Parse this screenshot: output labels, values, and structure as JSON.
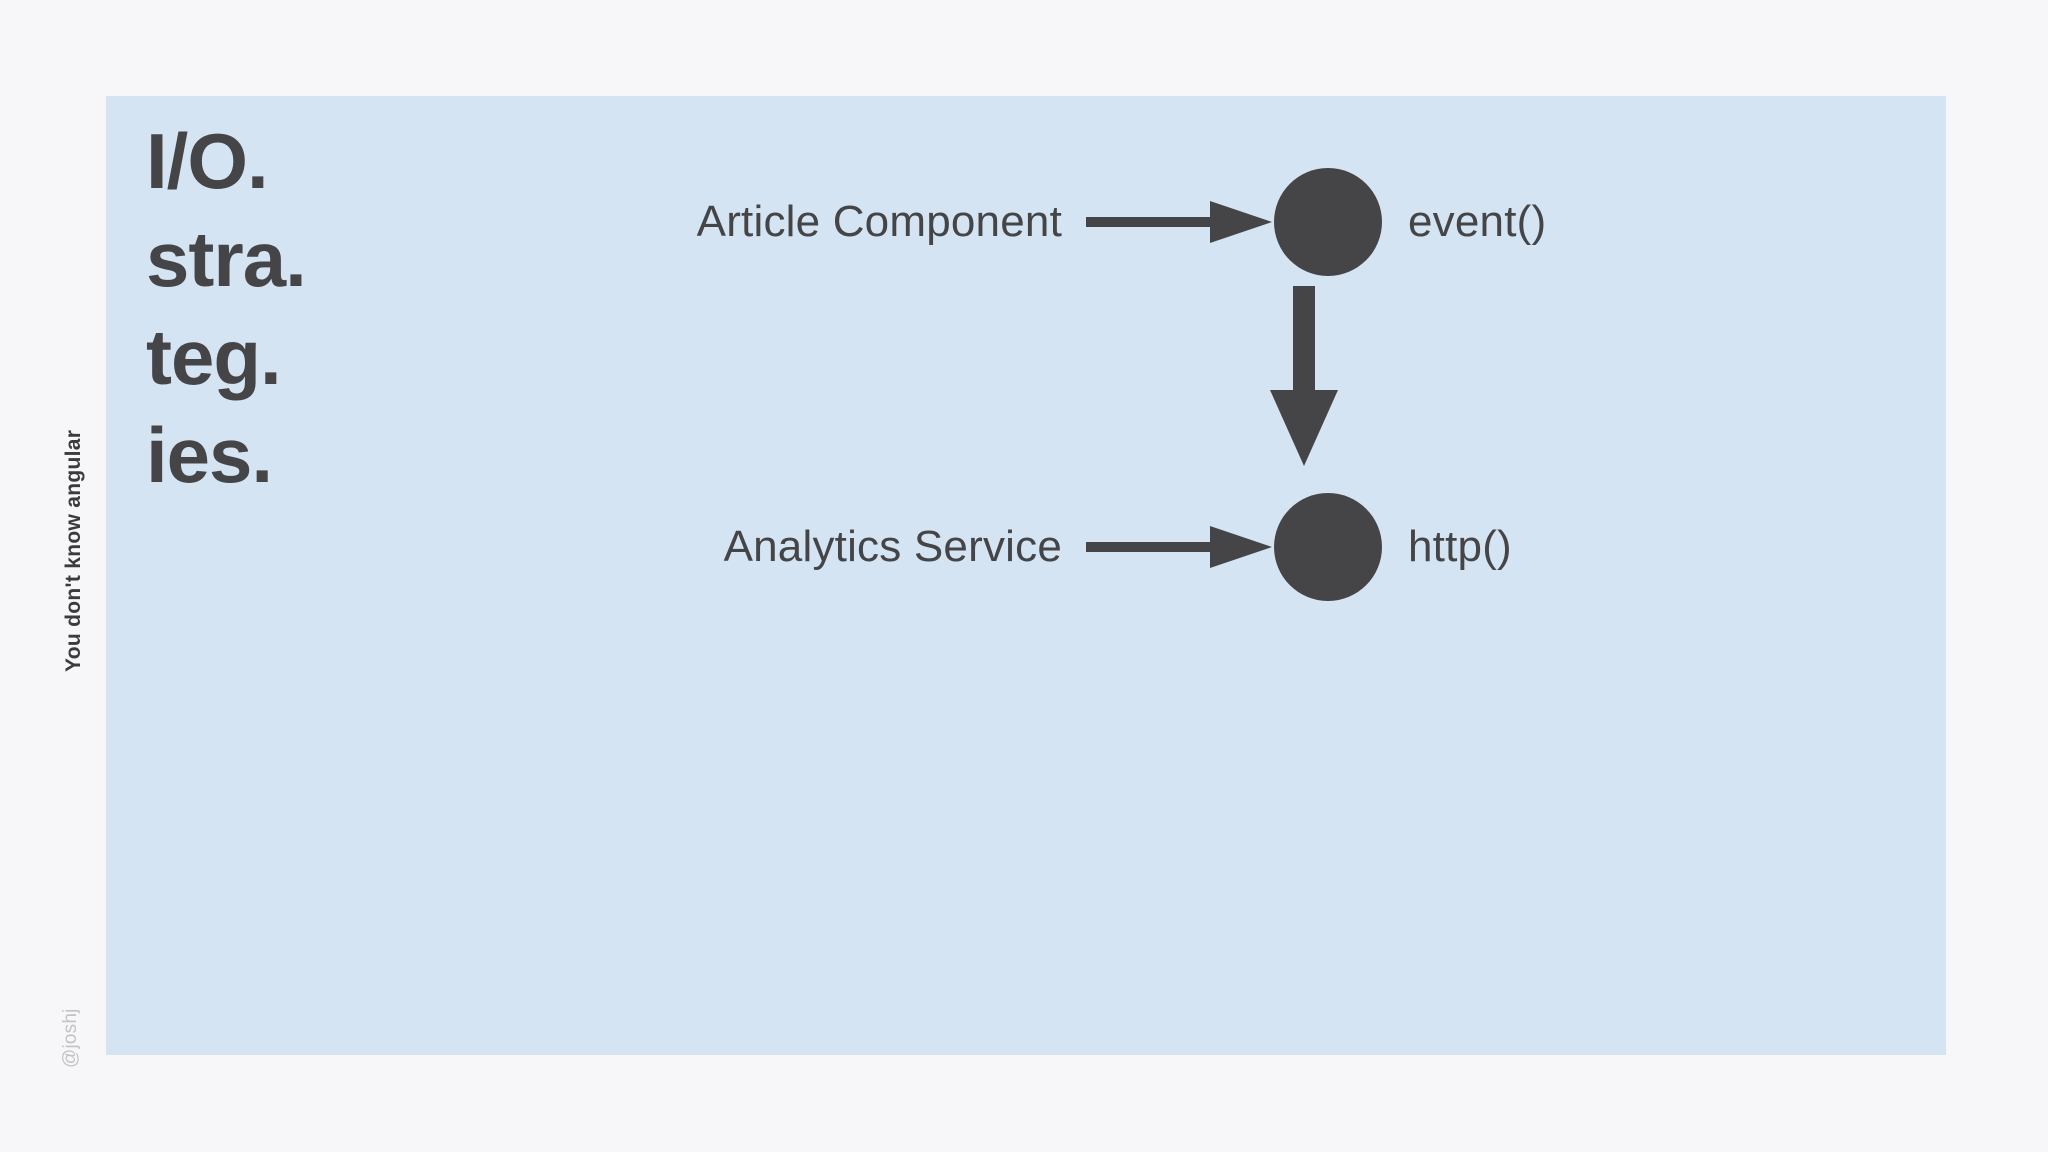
{
  "deck": {
    "vertical_title": "You don't know angular",
    "handle": "@joshj"
  },
  "slide": {
    "title_lines": [
      "I/O.",
      "stra.",
      "teg.",
      "ies."
    ],
    "background_color": "#d4e4f2",
    "page_background_color": "#f7f6f8",
    "ink_color": "#454548"
  },
  "diagram": {
    "type": "flow",
    "rows": [
      {
        "source_label": "Article Component",
        "arrow": "arrow-right",
        "node": "filled-circle",
        "callout_label": "event()"
      },
      {
        "source_label": "Analytics Service",
        "arrow": "arrow-right",
        "node": "filled-circle",
        "callout_label": "http()"
      }
    ],
    "connector": {
      "direction": "down",
      "from": "event()",
      "to": "http()"
    }
  }
}
